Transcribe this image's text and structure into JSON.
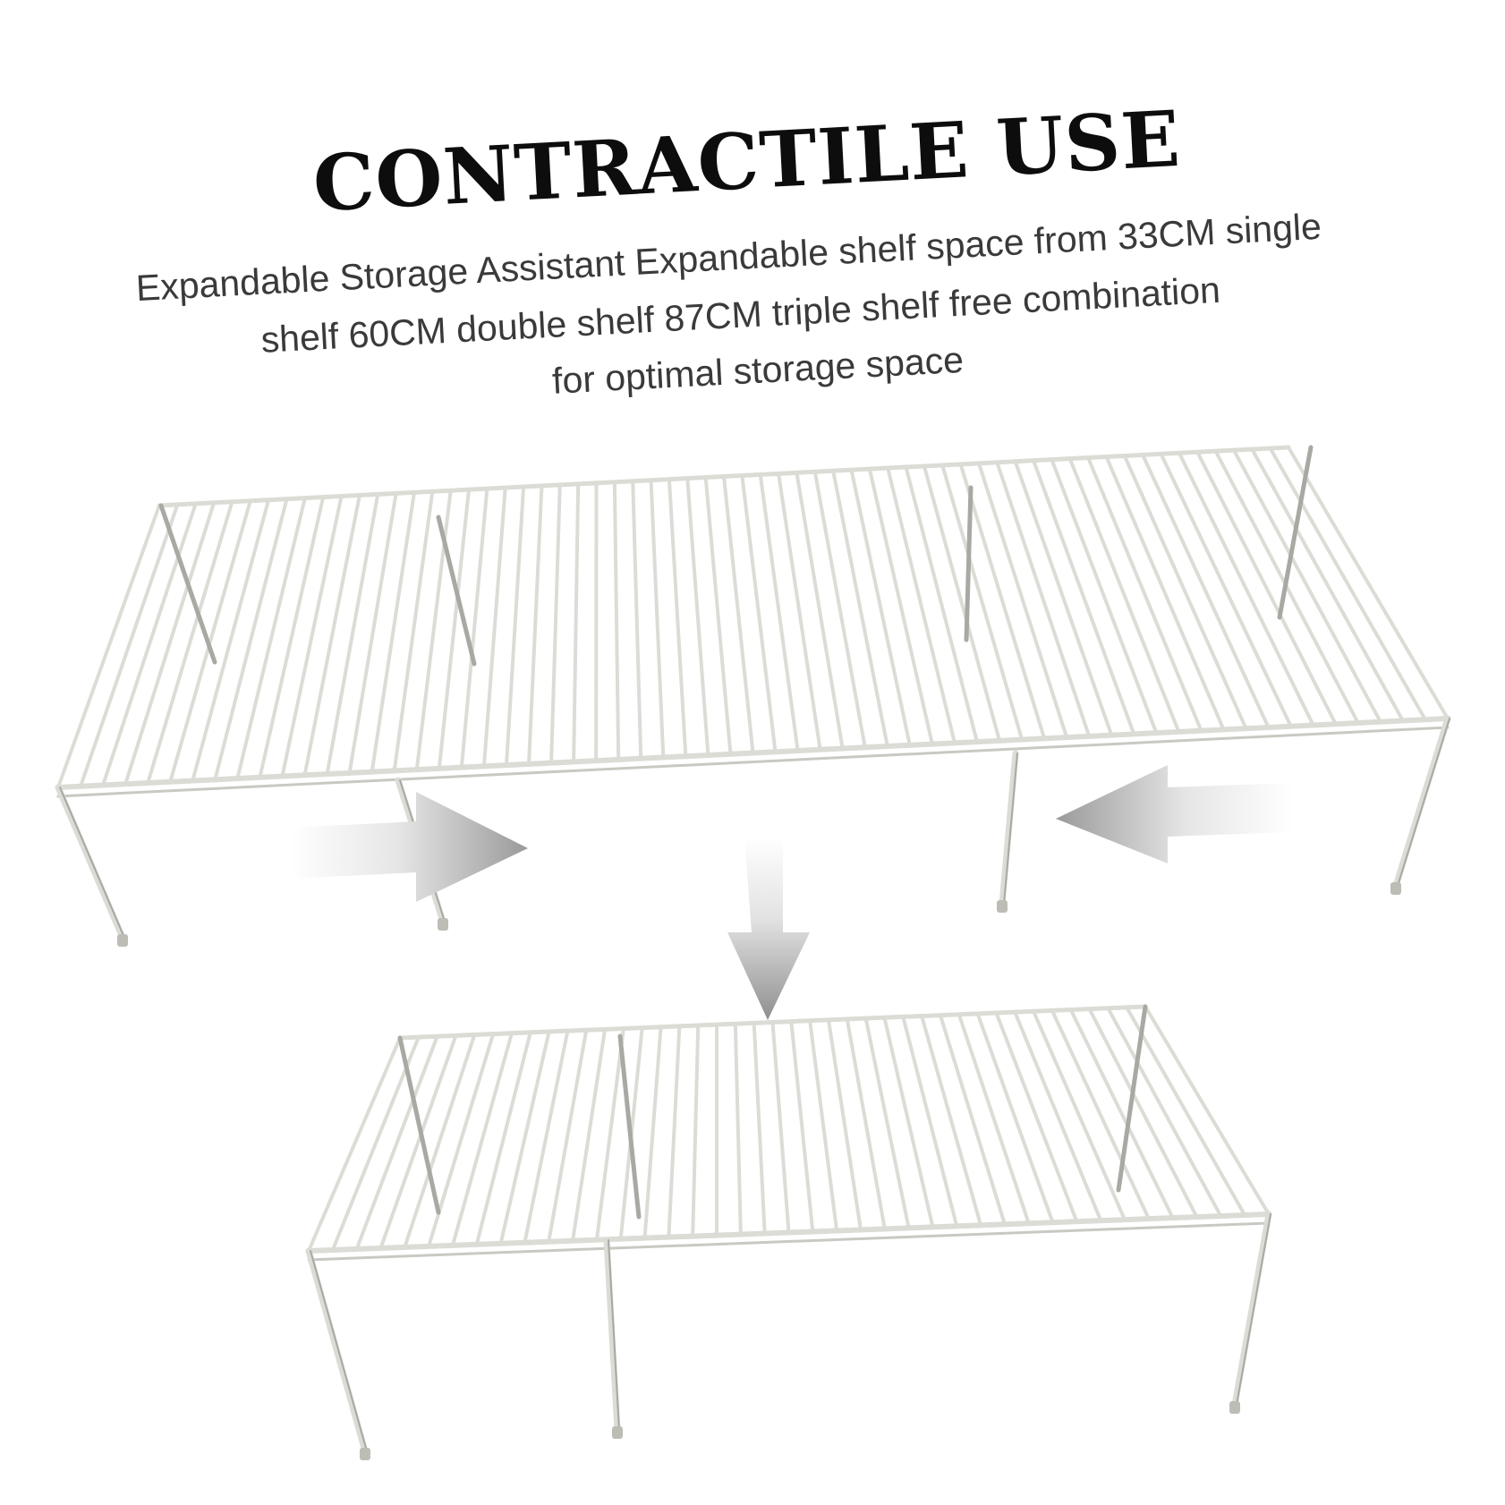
{
  "heading": {
    "title": "CONTRACTILE USE",
    "description_lines": [
      "Expandable Storage Assistant Expandable shelf space from 33CM single",
      "shelf 60CM double shelf 87CM triple shelf free combination",
      "for optimal storage space"
    ]
  },
  "illustration": {
    "items": [
      "expanded-shelf-rack",
      "contracted-shelf-rack",
      "push-right-arrow",
      "push-left-arrow",
      "down-arrow"
    ],
    "colors": {
      "wire": "#dcdcd6",
      "wire_shadow": "#a9a9a3",
      "arrow_dark": "#9a9a9a",
      "arrow_light": "#ffffff",
      "title": "#0d0d0d",
      "text": "#3a3a3a"
    }
  }
}
